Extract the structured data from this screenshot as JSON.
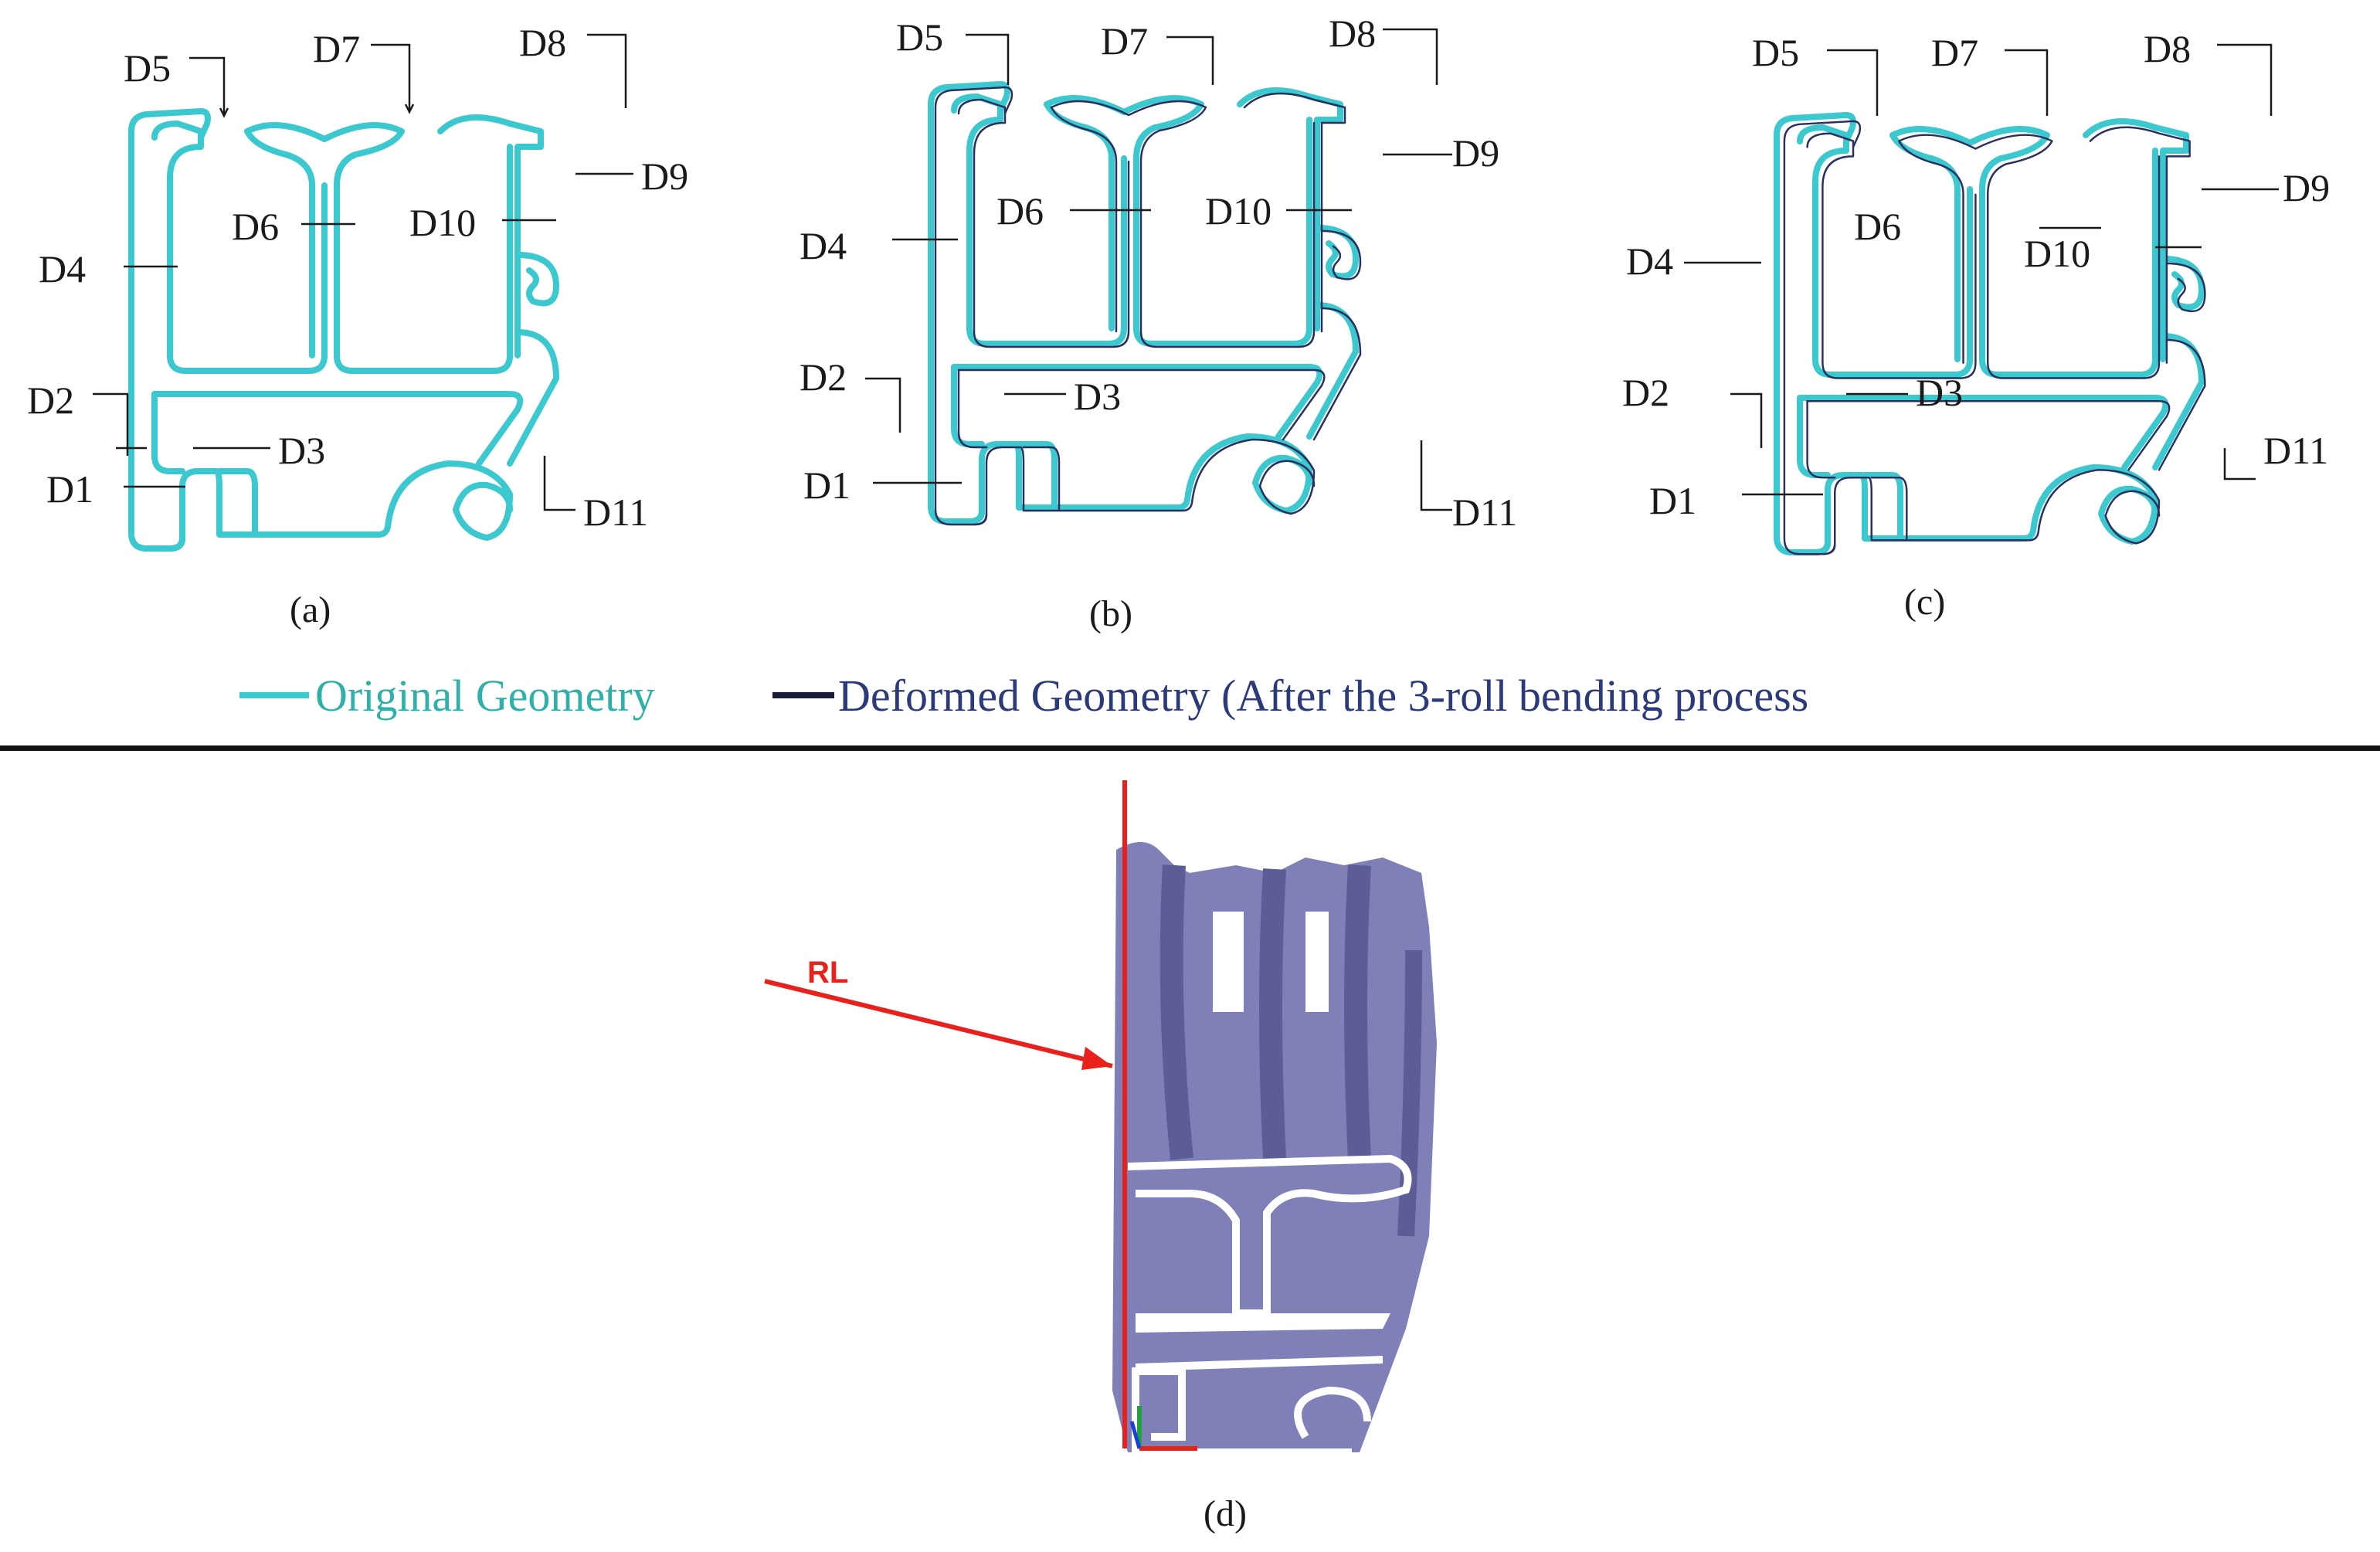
{
  "labels": [
    "D1",
    "D2",
    "D3",
    "D4",
    "D5",
    "D6",
    "D7",
    "D8",
    "D9",
    "D10",
    "D11"
  ],
  "captions": {
    "a": "(a)",
    "b": "(b)",
    "c": "(c)",
    "d": "(d)"
  },
  "legend": {
    "original": "Original Geometry",
    "deformed": "Deformed Geometry (After the 3-roll bending process"
  },
  "rl_label": "RL",
  "colors": {
    "original": "#3cc8cf",
    "deformed": "#2b2f5e",
    "legend_original_text": "#2fb0a8",
    "legend_deformed_text": "#2c3a7a",
    "rl": "#e8211d",
    "model_fill": "#7f80b8",
    "model_dark": "#5c5d96"
  }
}
